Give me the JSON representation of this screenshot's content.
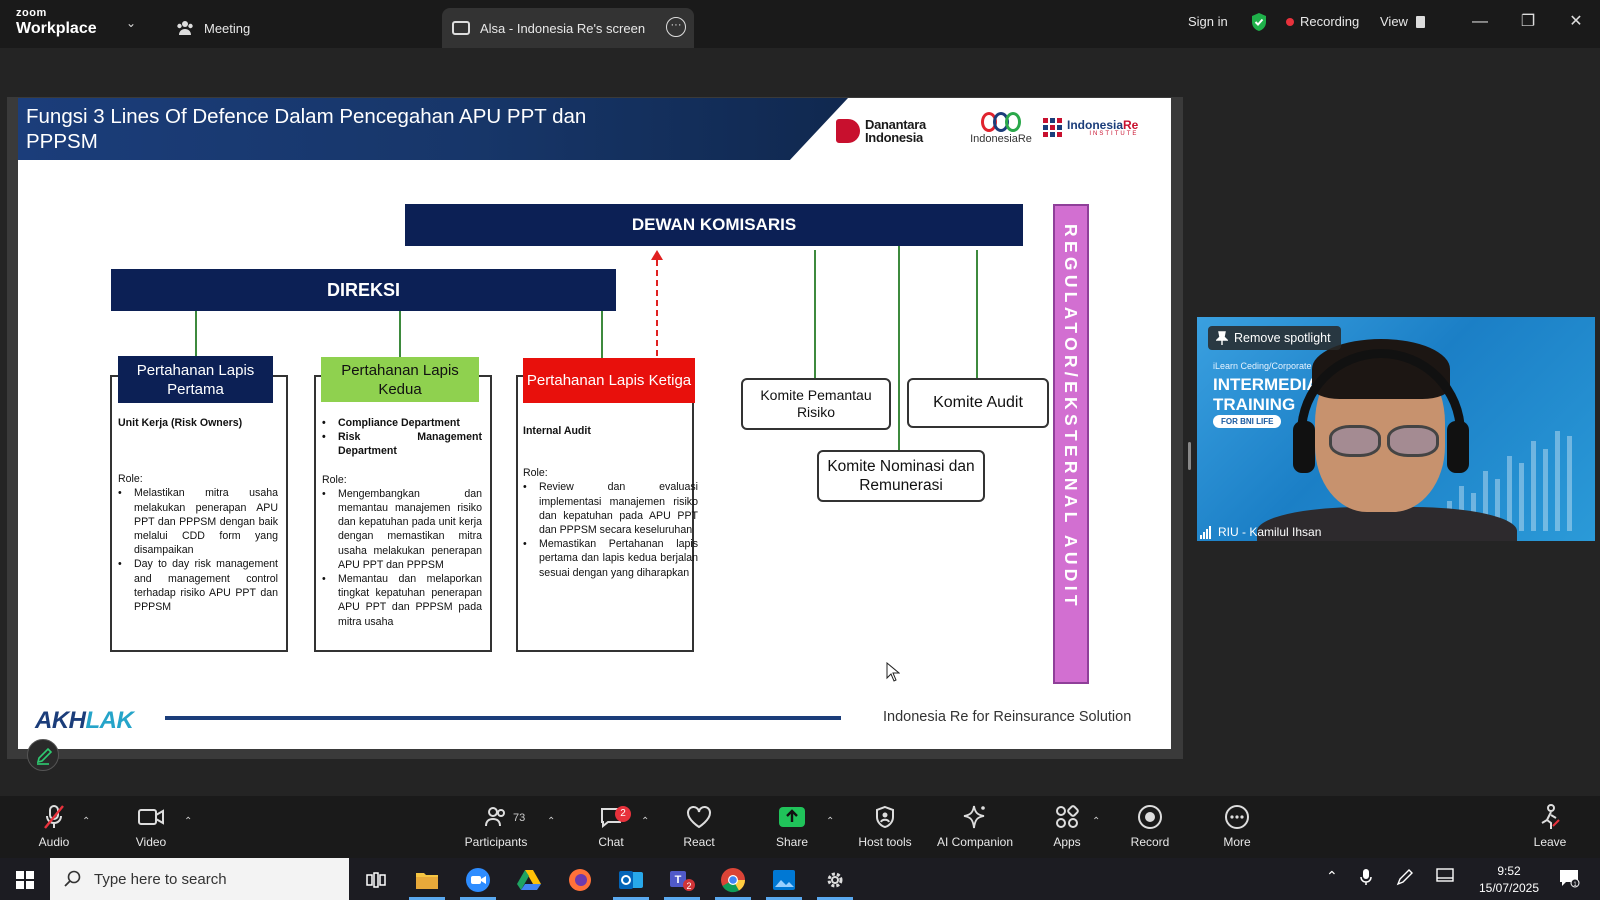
{
  "titlebar": {
    "brand_top": "zoom",
    "brand_bottom": "Workplace",
    "meeting_tab": "Meeting",
    "share_tab": "Alsa - Indonesia Re's screen",
    "sign_in": "Sign in",
    "recording": "Recording",
    "view": "View"
  },
  "slide": {
    "title": "Fungsi 3 Lines Of Defence Dalam Pencegahan APU PPT dan PPPSM",
    "logo_danantara_1": "Danantara",
    "logo_danantara_2": "Indonesia",
    "logo_indonesiare": "IndonesiaRe",
    "logo_institute_a": "Indonesia",
    "logo_institute_b": "Re",
    "logo_institute_sub": "INSTITUTE",
    "dewan": "DEWAN KOMISARIS",
    "direksi": "DIREKSI",
    "regulator": "REGULATOR/EKSTERNAL AUDIT",
    "lines": [
      {
        "title": "Pertahanan Lapis Pertama",
        "subtitle": "Unit Kerja (Risk Owners)",
        "role_label": "Role:",
        "roles": [
          "Melastikan mitra usaha melakukan penerapan APU PPT dan PPPSM dengan baik melalui CDD form yang disampaikan",
          "Day to day risk management and management control terhadap risiko APU PPT dan PPPSM"
        ]
      },
      {
        "title": "Pertahanan Lapis Kedua",
        "depts": [
          "Compliance Department",
          "Risk Management Department"
        ],
        "role_label": "Role:",
        "roles": [
          "Mengembangkan dan memantau manajemen risiko dan kepatuhan pada unit kerja dengan memastikan mitra usaha melakukan penerapan APU PPT dan PPPSM",
          "Memantau dan melaporkan tingkat kepatuhan penerapan APU PPT dan PPPSM pada mitra usaha"
        ]
      },
      {
        "title": "Pertahanan Lapis Ketiga",
        "subtitle": "Internal Audit",
        "role_label": "Role:",
        "roles": [
          "Review dan evaluasi implementasi manajemen risiko dan kepatuhan pada APU PPT dan PPPSM secara keseluruhan",
          "Memastikan Pertahanan lapis pertama dan lapis kedua berjalan sesuai dengan yang diharapkan"
        ]
      }
    ],
    "komite": [
      "Komite Pemantau Risiko",
      "Komite Audit",
      "Komite Nominasi dan Remunerasi"
    ],
    "footer_logo_a": "AKH",
    "footer_logo_b": "LAK",
    "footer_text": "Indonesia Re for Reinsurance Solution"
  },
  "video": {
    "spotlight": "Remove spotlight",
    "name": "RIU - Kamilul Ihsan",
    "bg_small": "iLearn Ceding/Corporate",
    "bg_line1": "INTERMEDIATE HEALTH",
    "bg_line2": "TRAINING",
    "bg_pill": "FOR BNI LIFE"
  },
  "controls": {
    "audio": "Audio",
    "video": "Video",
    "participants": "Participants",
    "participants_count": "73",
    "chat": "Chat",
    "chat_badge": "2",
    "react": "React",
    "share": "Share",
    "host_tools": "Host tools",
    "ai_companion": "AI Companion",
    "apps": "Apps",
    "record": "Record",
    "more": "More",
    "leave": "Leave"
  },
  "taskbar": {
    "search_placeholder": "Type here to search",
    "time": "9:52",
    "date": "15/07/2025"
  },
  "colors": {
    "navy": "#0c2055",
    "green": "#8fd14f",
    "red": "#e8100c",
    "magenta": "#d26fd1"
  }
}
